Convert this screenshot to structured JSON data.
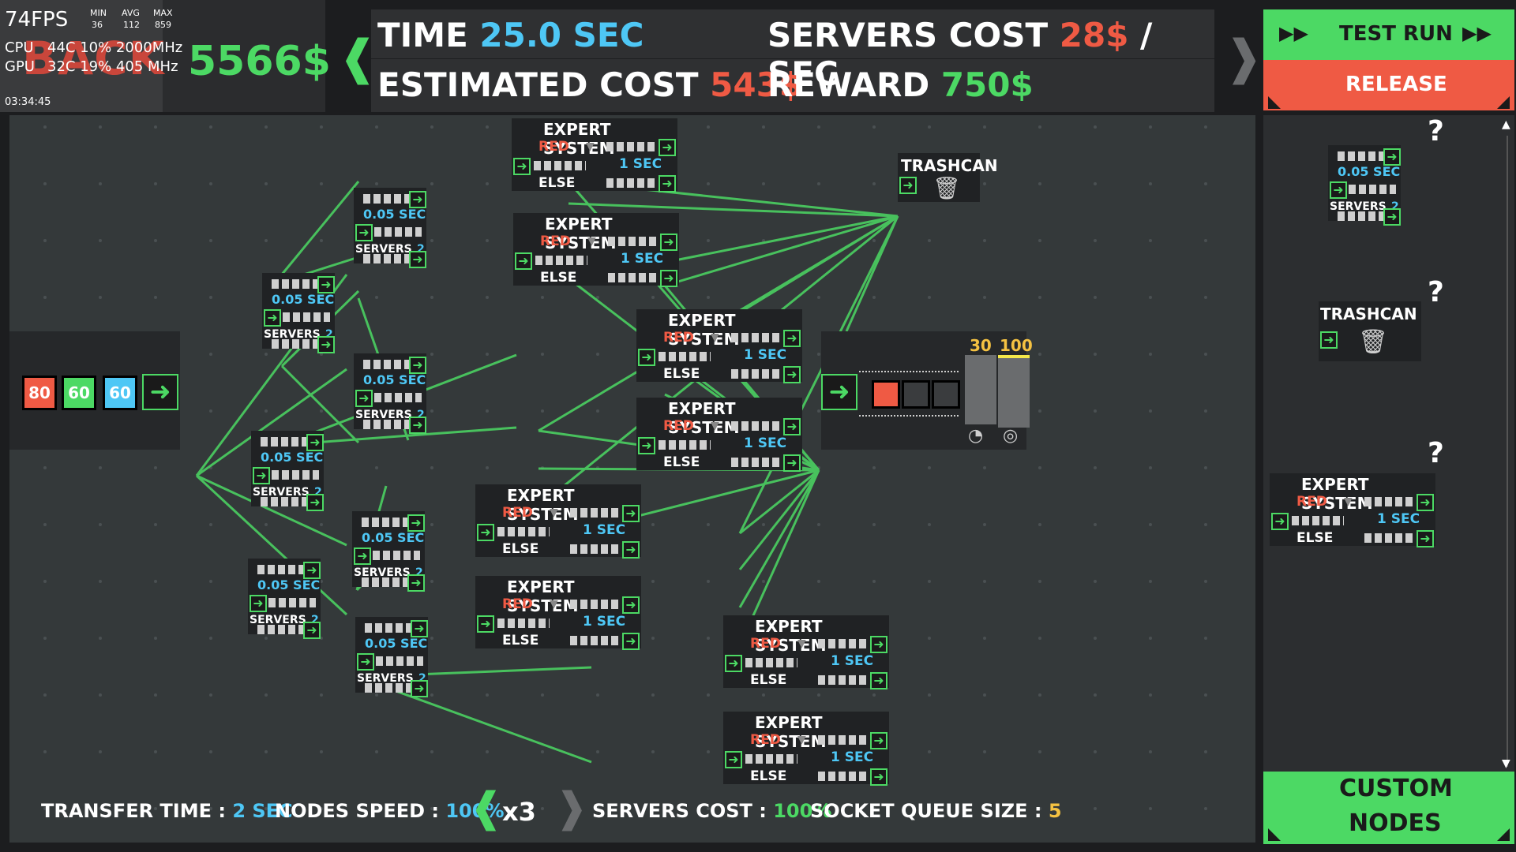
{
  "overlay": {
    "fps": "74FPS",
    "min_label": "MIN",
    "avg_label": "AVG",
    "max_label": "MAX",
    "min_val": "36",
    "avg_val": "112",
    "max_val": "859",
    "cpu_label": "CPU",
    "cpu_stats": "44C  10% 2000MHz",
    "gpu_label": "GPU",
    "gpu_stats": "32C  19% 405 MHz",
    "clock": "03:34:45"
  },
  "header": {
    "back_label": "BACK",
    "money": "5566$",
    "time_label": "TIME",
    "time_value": "25.0 SEC",
    "servers_cost_label": "SERVERS COST",
    "servers_cost_value": "28$",
    "servers_cost_unit": "/ SEC",
    "estimated_label": "ESTIMATED COST",
    "estimated_value": "543$",
    "reward_label": "REWARD",
    "reward_value": "750$",
    "prev_chevron": "❰",
    "next_chevron": "❱"
  },
  "actions": {
    "test_run": "TEST RUN",
    "release": "RELEASE",
    "custom_line1": "CUSTOM",
    "custom_line2": "NODES"
  },
  "source": {
    "values": [
      "80",
      "60",
      "60"
    ],
    "colors": [
      "#ef5a44",
      "#4cd964",
      "#4ec7f5"
    ]
  },
  "sink": {
    "counter_a": "30",
    "counter_b": "100"
  },
  "node_text": {
    "expert": "EXPERT SYSTEM",
    "red": "RED",
    "one_sec": "1 SEC",
    "else": "ELSE",
    "balancer_sec": "0.05 SEC",
    "servers": "SERVERS",
    "servers_n": "2",
    "trashcan": "TRASHCAN"
  },
  "palette": {
    "q1": "?",
    "q2": "?",
    "q3": "?"
  },
  "footer": {
    "transfer_label": "TRANSFER TIME :",
    "transfer_value": "2 SEC",
    "speed_label": "NODES SPEED :",
    "speed_value": "100%",
    "multiplier": "x3",
    "servers_label": "SERVERS COST :",
    "servers_value": "100%",
    "queue_label": "SOCKET QUEUE SIZE :",
    "queue_value": "5"
  }
}
